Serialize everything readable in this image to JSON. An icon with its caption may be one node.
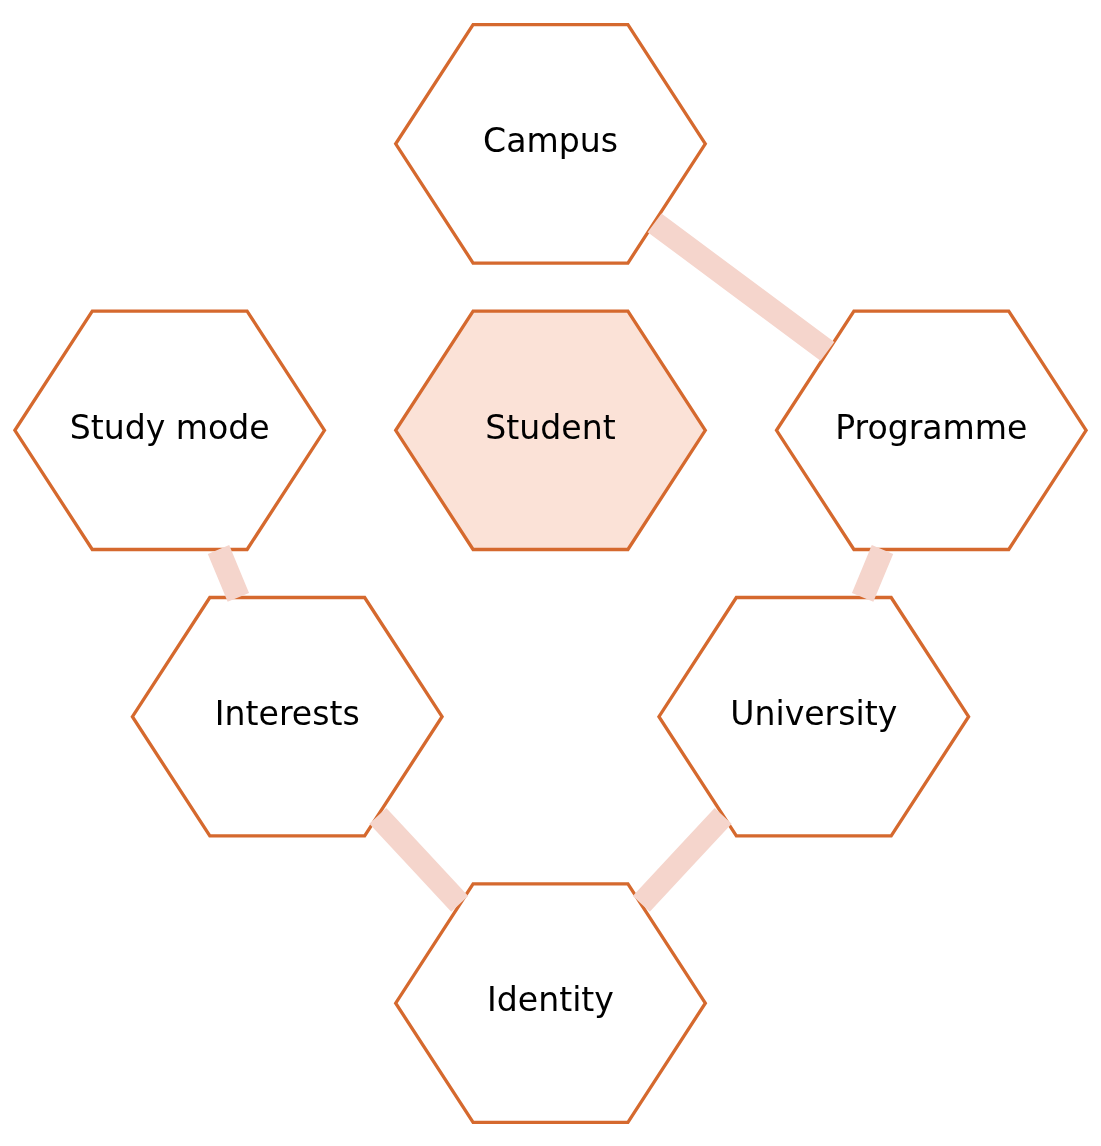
{
  "diagram": {
    "nodes": [
      {
        "text": [
          "Campus"
        ]
      },
      {
        "text": [
          "Study mode"
        ]
      },
      {
        "text": [
          "Programme"
        ]
      },
      {
        "text": [
          "Student"
        ]
      },
      {
        "text": [
          "Interests"
        ]
      },
      {
        "text": [
          "University"
        ]
      },
      {
        "text": [
          "Identity"
        ]
      }
    ],
    "edges": [
      {
        "from": 0,
        "to": 2,
        "arrow": "none"
      },
      {
        "from": 2,
        "to": 5,
        "arrow": "none"
      },
      {
        "from": 5,
        "to": 6,
        "arrow": "none"
      },
      {
        "from": 4,
        "to": 6,
        "arrow": "none"
      },
      {
        "from": 1,
        "to": 4,
        "arrow": "none"
      }
    ]
  }
}
